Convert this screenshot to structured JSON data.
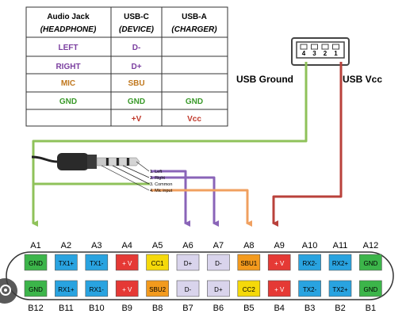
{
  "table": {
    "headers": [
      {
        "line1": "Audio Jack",
        "line2": "(HEADPHONE)"
      },
      {
        "line1": "USB-C",
        "line2": "(DEVICE)"
      },
      {
        "line1": "USB-A",
        "line2": "(CHARGER)"
      }
    ],
    "rows": [
      {
        "audio": "LEFT",
        "usbc": "D-",
        "usba": "",
        "audio_color": "#7b3fa0",
        "usbc_color": "#7b3fa0",
        "usba_color": "#000000"
      },
      {
        "audio": "RIGHT",
        "usbc": "D+",
        "usba": "",
        "audio_color": "#7b3fa0",
        "usbc_color": "#7b3fa0",
        "usba_color": "#000000"
      },
      {
        "audio": "MIC",
        "usbc": "SBU",
        "usba": "",
        "audio_color": "#c0781e",
        "usbc_color": "#c0781e",
        "usba_color": "#000000"
      },
      {
        "audio": "GND",
        "usbc": "GND",
        "usba": "GND",
        "audio_color": "#3a9a2a",
        "usbc_color": "#3a9a2a",
        "usba_color": "#3a9a2a"
      },
      {
        "audio": "",
        "usbc": "+V",
        "usba": "Vcc",
        "audio_color": "#000000",
        "usbc_color": "#c0392b",
        "usba_color": "#c0392b"
      }
    ]
  },
  "usb_a": {
    "pin_numbers": [
      "4",
      "3",
      "2",
      "1"
    ],
    "ground_label": "USB Ground",
    "vcc_label": "USB Vcc"
  },
  "jack": {
    "labels": [
      "1. Left",
      "2. Right",
      "3. Common",
      "4. Mic input"
    ]
  },
  "connector": {
    "top_labels": [
      "A1",
      "A2",
      "A3",
      "A4",
      "A5",
      "A6",
      "A7",
      "A8",
      "A9",
      "A10",
      "A11",
      "A12"
    ],
    "bottom_labels": [
      "B12",
      "B11",
      "B10",
      "B9",
      "B8",
      "B7",
      "B6",
      "B5",
      "B4",
      "B3",
      "B2",
      "B1"
    ],
    "top_pins": [
      "GND",
      "TX1+",
      "TX1-",
      "+ V",
      "CC1",
      "D+",
      "D-",
      "SBU1",
      "+ V",
      "RX2-",
      "RX2+",
      "GND"
    ],
    "bottom_pins": [
      "GND",
      "RX1+",
      "RX1-",
      "+ V",
      "SBU2",
      "D-",
      "D+",
      "CC2",
      "+ V",
      "TX2-",
      "TX2+",
      "GND"
    ]
  },
  "colors": {
    "gnd": "#3cb54a",
    "tx_rx": "#29a3e0",
    "vcc": "#e53935",
    "cc": "#f5d90a",
    "d": "#d9d4ec",
    "sbu": "#f39a1d",
    "wire_green": "#8fc25a",
    "wire_red": "#b9413b",
    "wire_purple": "#8a64b8",
    "wire_orange": "#f0a060"
  }
}
